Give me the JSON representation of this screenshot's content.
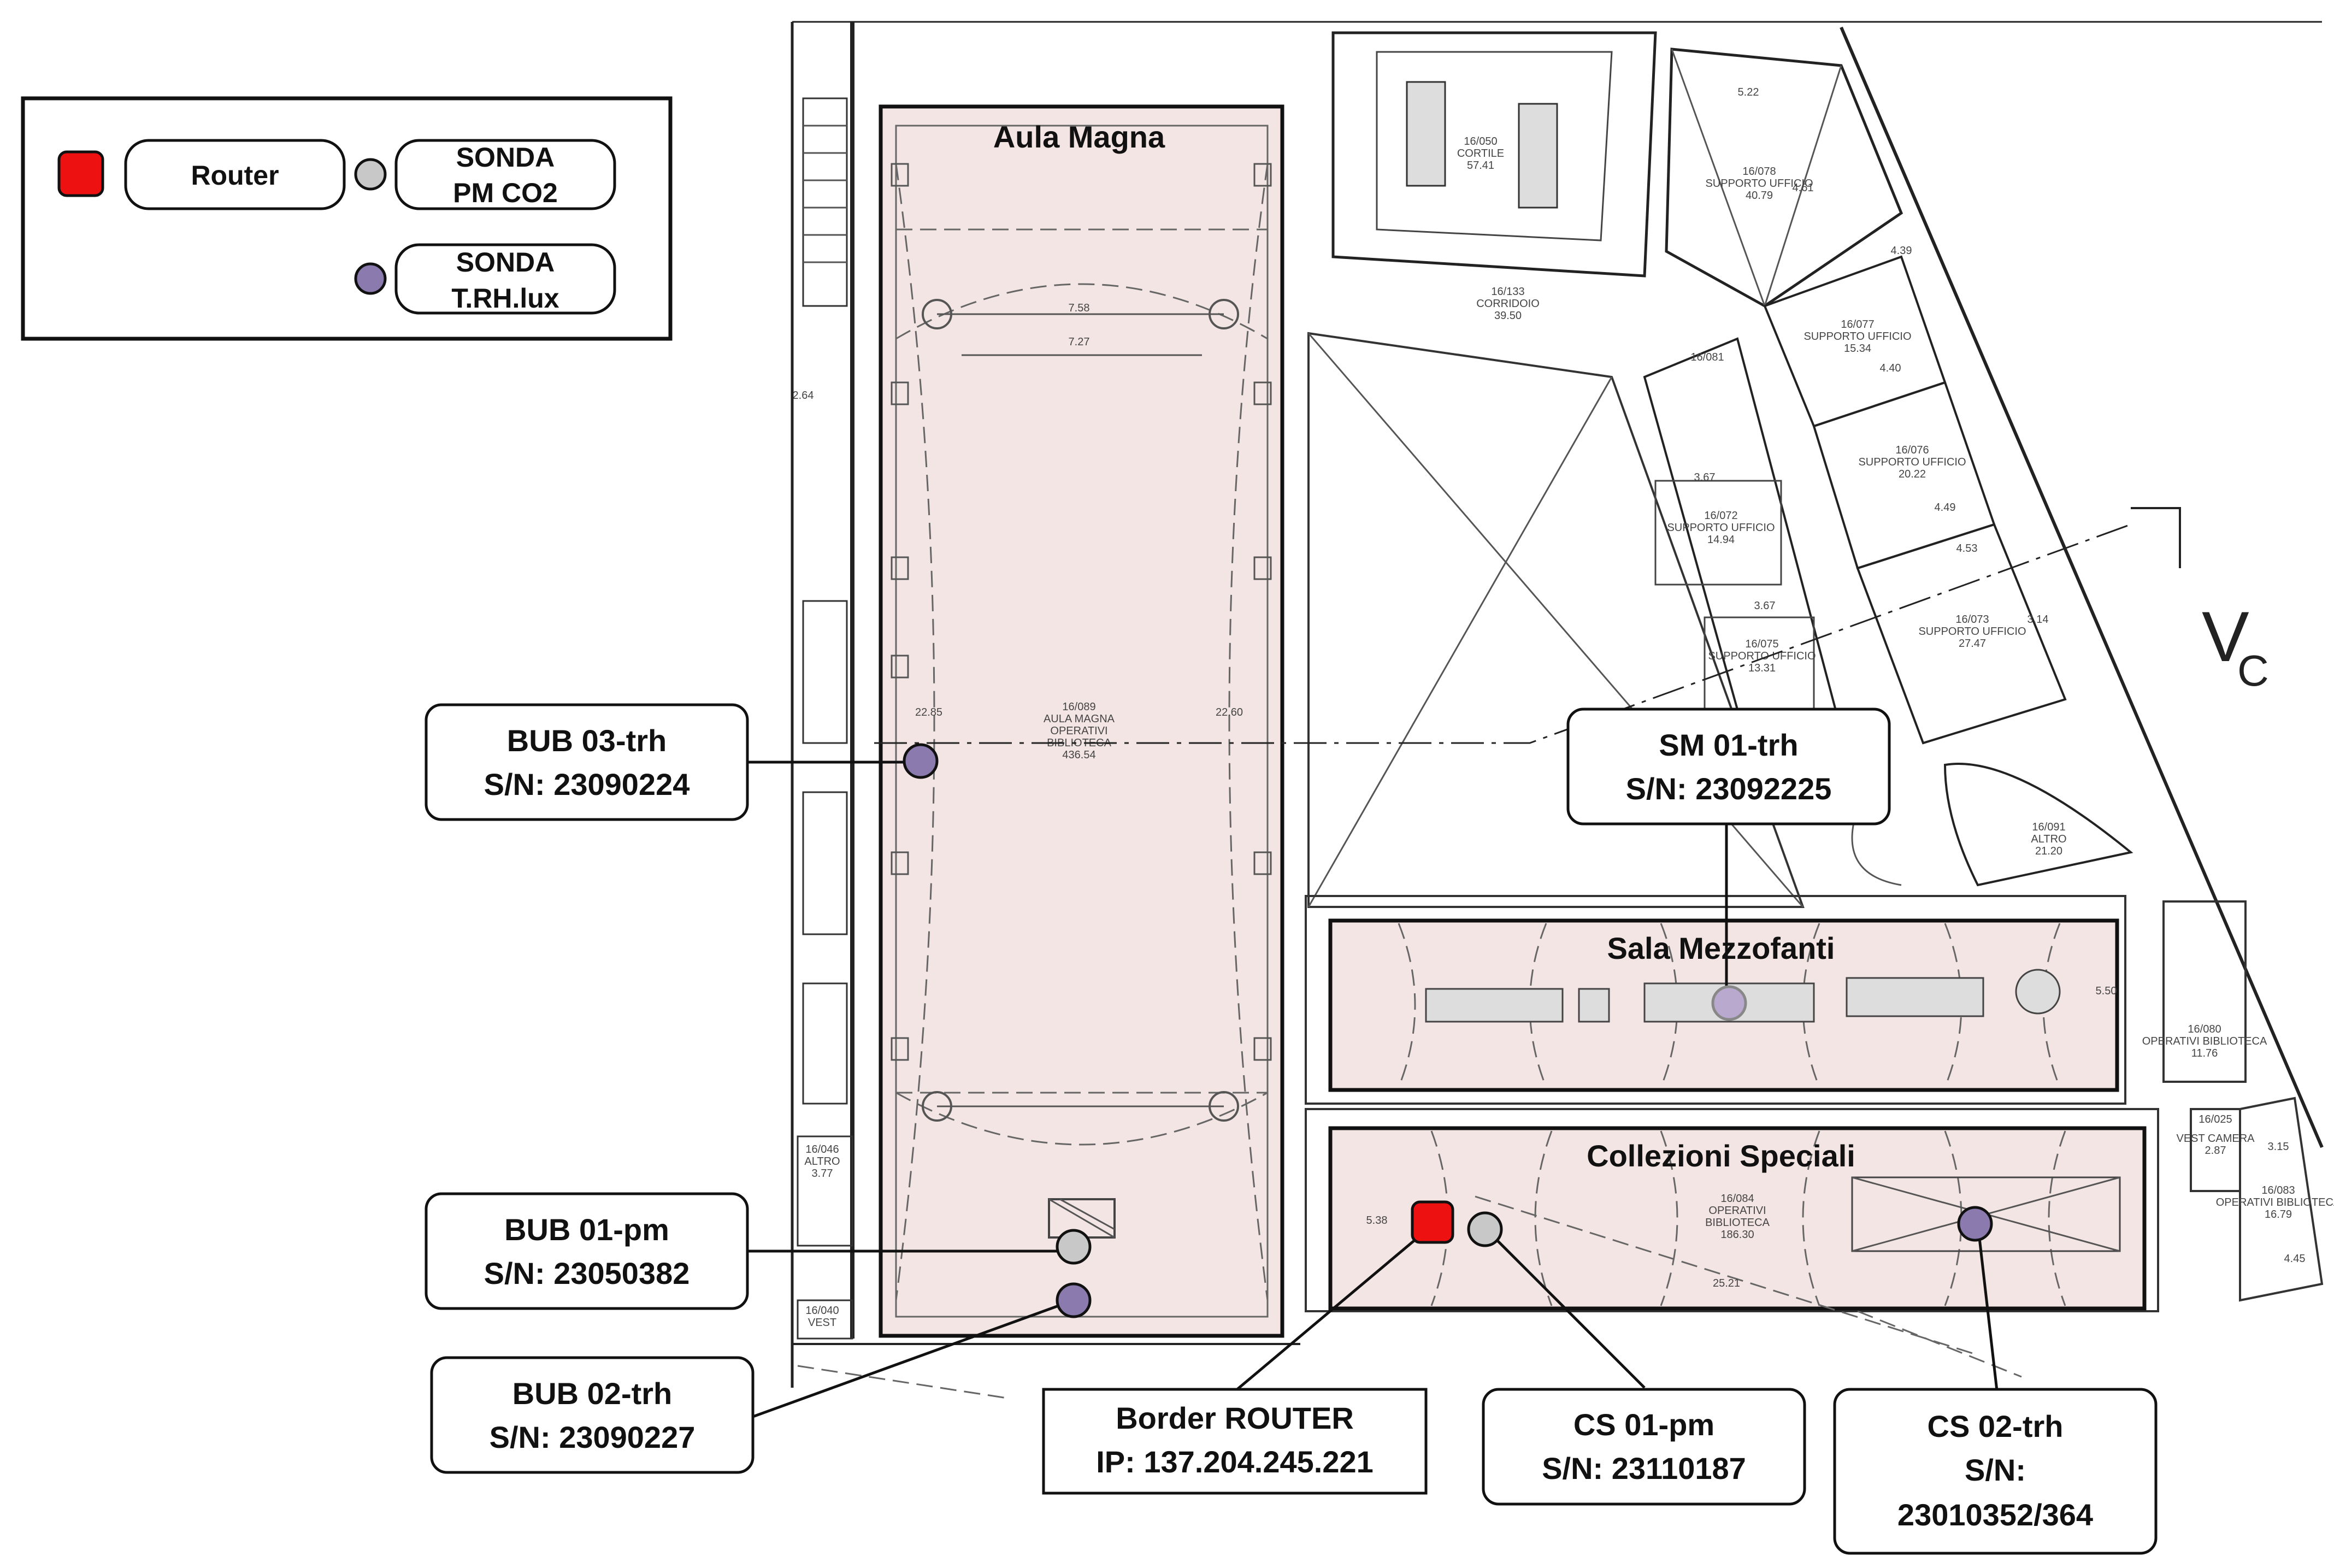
{
  "legend": {
    "router_label": "Router",
    "pm_label_line1": "SONDA",
    "pm_label_line2": "PM CO2",
    "trh_label_line1": "SONDA",
    "trh_label_line2": "T.RH.lux"
  },
  "rooms": {
    "aula_magna": "Aula Magna",
    "sala_mezzofanti": "Sala Mezzofanti",
    "collezioni_speciali": "Collezioni Speciali"
  },
  "sensors": {
    "bub03": {
      "name": "BUB 03-trh",
      "serial": "S/N: 23090224"
    },
    "bub01": {
      "name": "BUB 01-pm",
      "serial": "S/N: 23050382"
    },
    "bub02": {
      "name": "BUB 02-trh",
      "serial": "S/N: 23090227"
    },
    "sm01": {
      "name": "SM 01-trh",
      "serial": "S/N: 23092225"
    },
    "cs01": {
      "name": "CS 01-pm",
      "serial": "S/N: 23110187"
    },
    "cs02": {
      "name": "CS 02-trh",
      "serial_line1": "S/N:",
      "serial_line2": "23010352/364"
    }
  },
  "router": {
    "name": "Border ROUTER",
    "ip": "IP: 137.204.245.221"
  },
  "colors": {
    "router": "#ee1111",
    "pm_probe": "#c8c8c8",
    "trh_probe": "#8a7aae",
    "trh_probe_light": "#b9a9cf",
    "room_fill": "#f3e5e3"
  },
  "plan_marks": {
    "aula_dim_top": "7.58",
    "aula_dim_inner": "7.27",
    "aula_dim_side_left": "22.85",
    "aula_dim_side_right": "22.60",
    "aula_room_code": "16/089",
    "aula_room_name1": "AULA MAGNA",
    "aula_room_name2": "OPERATIVI",
    "aula_room_name3": "BIBLIOTECA",
    "aula_room_area": "436.54",
    "cs_dim": "25.21",
    "cs_room_code": "16/084",
    "cs_room_name1": "OPERATIVI",
    "cs_room_name2": "BIBLIOTECA",
    "cs_room_area": "186.30",
    "cs_dim_side": "5.38",
    "sm_dim_side": "5.50",
    "dim_522": "5.22",
    "dim_461": "4.61",
    "dim_339": "4.39",
    "dim_367a": "3.67",
    "dim_367b": "3.67",
    "dim_453": "4.53",
    "dim_440": "4.40",
    "dim_449": "4.49",
    "dim_314": "3.14",
    "dim_315": "3.15",
    "dim_445": "4.45",
    "dim_264": "2.64",
    "room_16_078": "16/078",
    "room_16_078_name": "SUPPORTO UFFICIO",
    "room_16_078_area": "40.79",
    "room_16_077": "16/077",
    "room_16_077_name": "SUPPORTO UFFICIO",
    "room_16_077_area": "15.34",
    "room_16_076": "16/076",
    "room_16_076_name": "SUPPORTO UFFICIO",
    "room_16_076_area": "20.22",
    "room_16_073": "16/073",
    "room_16_073_name": "SUPPORTO UFFICIO",
    "room_16_073_area": "27.47",
    "room_16_072": "16/072",
    "room_16_072_name": "SUPPORTO UFFICIO",
    "room_16_072_area": "14.94",
    "room_16_075": "16/075",
    "room_16_075_name": "SUPPORTO UFFICIO",
    "room_16_075_area": "13.31",
    "room_16_050": "16/050",
    "room_16_050_name": "CORTILE",
    "room_16_050_area": "57.41",
    "room_16_133": "16/133",
    "room_16_133_name": "CORRIDOIO",
    "room_16_133_area": "39.50",
    "room_16_081": "16/081",
    "room_16_091": "16/091",
    "room_16_091_name": "ALTRO",
    "room_16_091_area": "21.20",
    "room_16_080": "16/080",
    "room_16_080_name": "OPERATIVI BIBLIOTECA",
    "room_16_080_area": "11.76",
    "room_16_025": "16/025",
    "room_16_025_name": "VEST CAMERA",
    "room_16_025_area": "2.87",
    "room_16_083": "16/083",
    "room_16_083_name": "OPERATIVI BIBLIOTECA",
    "room_16_083_area": "16.79",
    "room_16_046": "16/046",
    "room_16_046_name": "ALTRO",
    "room_16_046_area": "3.77",
    "room_16_040": "16/040",
    "room_16_040_name": "VEST",
    "section_mark": "V",
    "section_sub": "C"
  }
}
